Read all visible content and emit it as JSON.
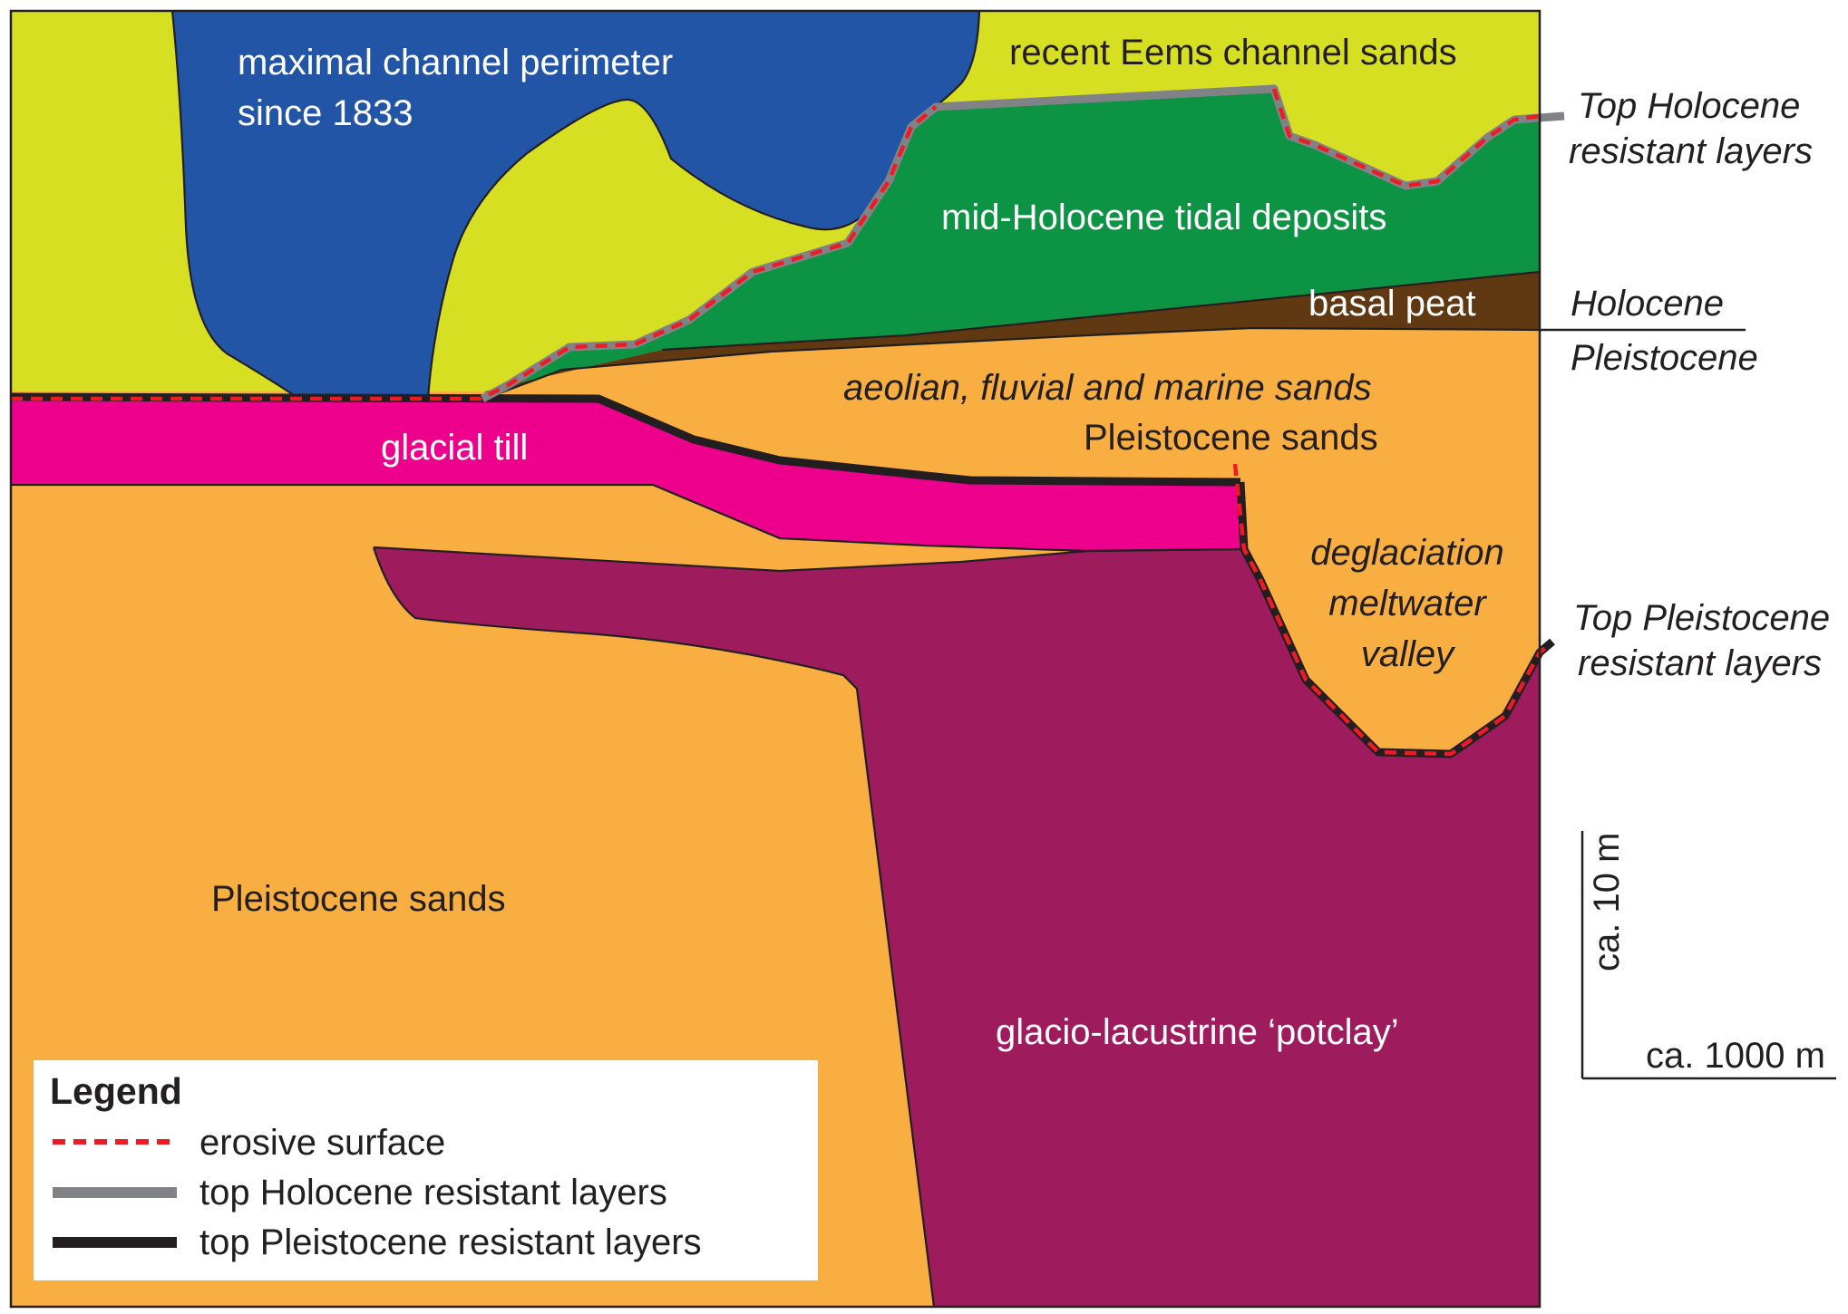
{
  "colors": {
    "pleistocene_sands": "#f9ae41",
    "glacial_till": "#ec008c",
    "potclay": "#9e1b5e",
    "basal_peat": "#603913",
    "mid_holocene_tidal": "#0c9444",
    "recent_eems_sands": "#d7df23",
    "channel_perimeter": "#2355a6",
    "erosive_surface": "#ed1c24",
    "top_holocene_layer": "#808285",
    "top_pleistocene_layer": "#231f20"
  },
  "labels": {
    "channel_line1": "maximal channel perimeter",
    "channel_line2": "since 1833",
    "eems": "recent Eems channel sands",
    "tidal": "mid-Holocene tidal deposits",
    "peat": "basal peat",
    "aeolian": "aeolian, fluvial and marine sands",
    "pleist_sands_upper": "Pleistocene sands",
    "glacial_till": "glacial till",
    "deglac_line1": "deglaciation",
    "deglac_line2": "meltwater",
    "deglac_line3": "valley",
    "pleist_sands_lower": "Pleistocene sands",
    "potclay": "glacio-lacustrine ‘potclay’"
  },
  "side_labels": {
    "top_holocene_line1": "Top Holocene",
    "top_holocene_line2": "resistant layers",
    "holocene": "Holocene",
    "pleistocene": "Pleistocene",
    "top_pleistocene_line1": "Top Pleistocene",
    "top_pleistocene_line2": "resistant layers"
  },
  "scale": {
    "vertical": "ca. 10 m",
    "horizontal": "ca. 1000 m"
  },
  "legend": {
    "title": "Legend",
    "items": [
      {
        "label": "erosive surface"
      },
      {
        "label": "top Holocene resistant layers"
      },
      {
        "label": "top Pleistocene resistant layers"
      }
    ]
  }
}
